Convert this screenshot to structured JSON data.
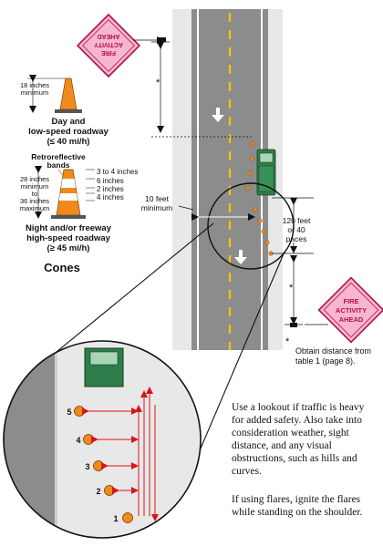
{
  "signs": {
    "line1": "FIRE",
    "line2": "ACTIVITY",
    "line3": "AHEAD"
  },
  "cones": {
    "dim_18": "18 inches",
    "dim_18_min": "minimum",
    "day_line1": "Day and",
    "day_line2": "low-speed roadway",
    "day_line3": "(≤ 40 mi/h)",
    "retro_line1": "Retroreflective",
    "retro_line2": "bands",
    "band_3_4": "3 to 4 inches",
    "band_6": "6 inches",
    "band_2": "2 inches",
    "band_4": "4 inches",
    "h_28": "28 inches",
    "h_min": "minimum",
    "h_to": "to",
    "h_36": "36 inches",
    "h_max": "maximum",
    "night_line1": "Night and/or freeway",
    "night_line2": "high-speed roadway",
    "night_line3": "(≥ 45 mi/h)",
    "caption": "Cones"
  },
  "road": {
    "ten_feet_line1": "10 feet",
    "ten_feet_line2": "minimum",
    "dist_line1": "120 feet",
    "dist_line2": "or 40",
    "dist_line3": "paces",
    "asterisk": "*"
  },
  "footnote": {
    "mark": "*",
    "line1": "Obtain distance from",
    "line2": "table 1 (page 8)."
  },
  "detail": {
    "cone_numbers": [
      "5",
      "4",
      "3",
      "2",
      "1"
    ]
  },
  "notes": {
    "para1": "Use a lookout if traffic is heavy for added safety. Also take into consideration weather, sight distance, and any visual obstructions, such as hills and curves.",
    "para2": "If using flares, ignite the flares while standing on the shoulder."
  }
}
